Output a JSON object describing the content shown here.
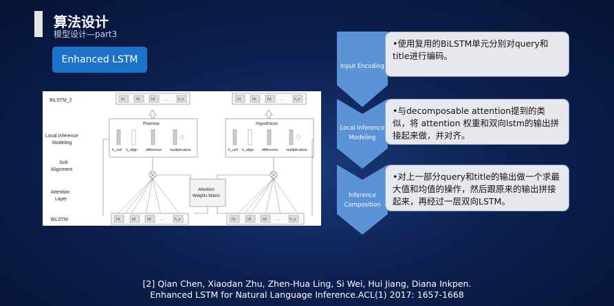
{
  "header": {
    "title": "算法设计",
    "subtitle": "模型设计—part3"
  },
  "badge": {
    "label": "Enhanced LSTM"
  },
  "diagram": {
    "left_labels": [
      "BiLSTM_2",
      "Local Inference",
      "Modeling",
      "Soft",
      "Alignment",
      "Attention",
      "Layer",
      "BiLSTM"
    ],
    "premise": "Premise",
    "hypothesis": "Hypothesis",
    "cells": [
      "h_cell",
      "h_align",
      "difference",
      "multiplication"
    ],
    "attention_matrix": [
      "Attention",
      "Weights Matrix"
    ],
    "hidden": [
      "h1",
      "h2",
      "h3",
      "...",
      "h_n"
    ]
  },
  "steps": [
    {
      "label": "Input Encoding",
      "text": "•使用复用的BiLSTM单元分别对query和title进行编码。"
    },
    {
      "label": "Local Inference Modeling",
      "text": "•与decomposable attention提到的类似，将 attention 权重和双向lstm的输出拼接起来做，并对齐。"
    },
    {
      "label": "Inference Composition",
      "text": "•对上一部分query和title的输出做一个求最大值和均值的操作，然后跟原来的输出拼接起来，再经过一层双向LSTM。"
    }
  ],
  "reference": {
    "line1": "[2] Qian Chen, Xiaodan Zhu, Zhen-Hua Ling, Si Wei, Hui Jiang, Diana Inkpen.",
    "line2": "Enhanced LSTM for Natural Language Inference.ACL(1) 2017: 1657-1668"
  },
  "colors": {
    "chevron": "#5b93d6",
    "badge": "#1b74c9",
    "bubble_bg": "#e6e8ee",
    "bubble_border": "#8fa6cf"
  }
}
